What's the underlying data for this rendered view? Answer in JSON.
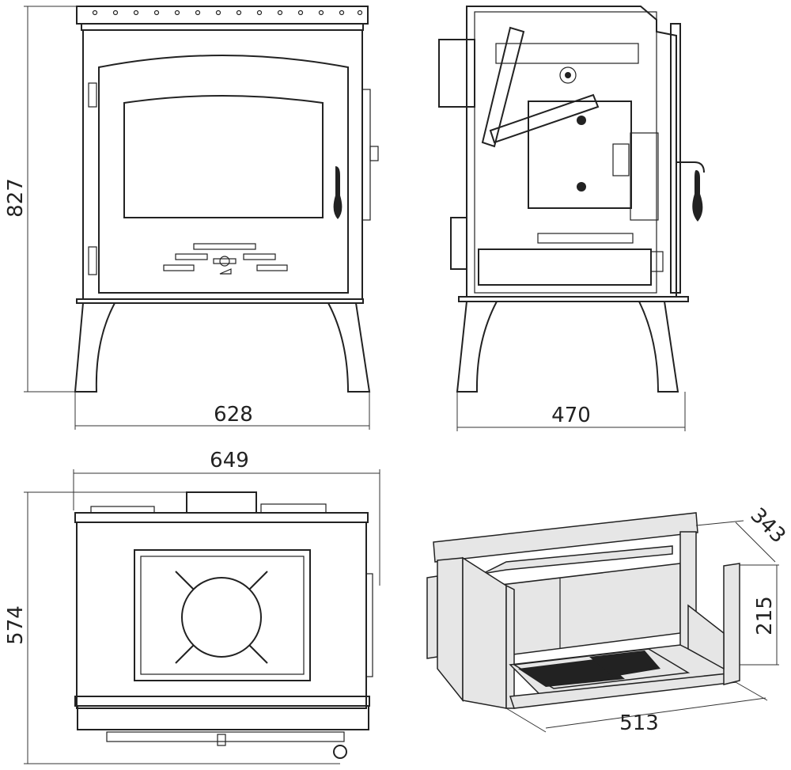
{
  "title": "Stove dimension drawing",
  "views": {
    "front": {
      "height_label": "827",
      "width_label": "628"
    },
    "side": {
      "depth_label": "470"
    },
    "top": {
      "width_label": "649",
      "depth_label": "574"
    },
    "firebox": {
      "depth_label": "343",
      "height_label": "215",
      "width_label": "513"
    }
  },
  "colors": {
    "line": "#222222",
    "fill": "#e6e6e6"
  }
}
